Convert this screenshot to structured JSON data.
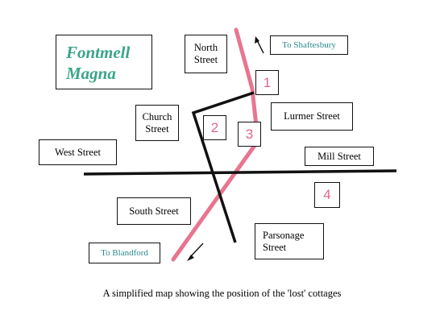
{
  "title": "Fontmell\nMagna",
  "streets": {
    "north": "North\nStreet",
    "church": "Church\nStreet",
    "lurmer": "Lurmer Street",
    "west": "West Street",
    "mill": "Mill Street",
    "south": "South Street",
    "parsonage": "Parsonage\nStreet"
  },
  "destinations": {
    "shaftesbury": "To Shaftesbury",
    "blandford": "To Blandford"
  },
  "cottages": [
    "1",
    "2",
    "3",
    "4"
  ],
  "caption": "A simplified map showing the position of the 'lost' cottages",
  "colors": {
    "main_road": "#e8758f",
    "street": "#111111",
    "title_text": "#3aa58a",
    "destination_text": "#2d8a8a",
    "cottage_number": "#e06688"
  }
}
